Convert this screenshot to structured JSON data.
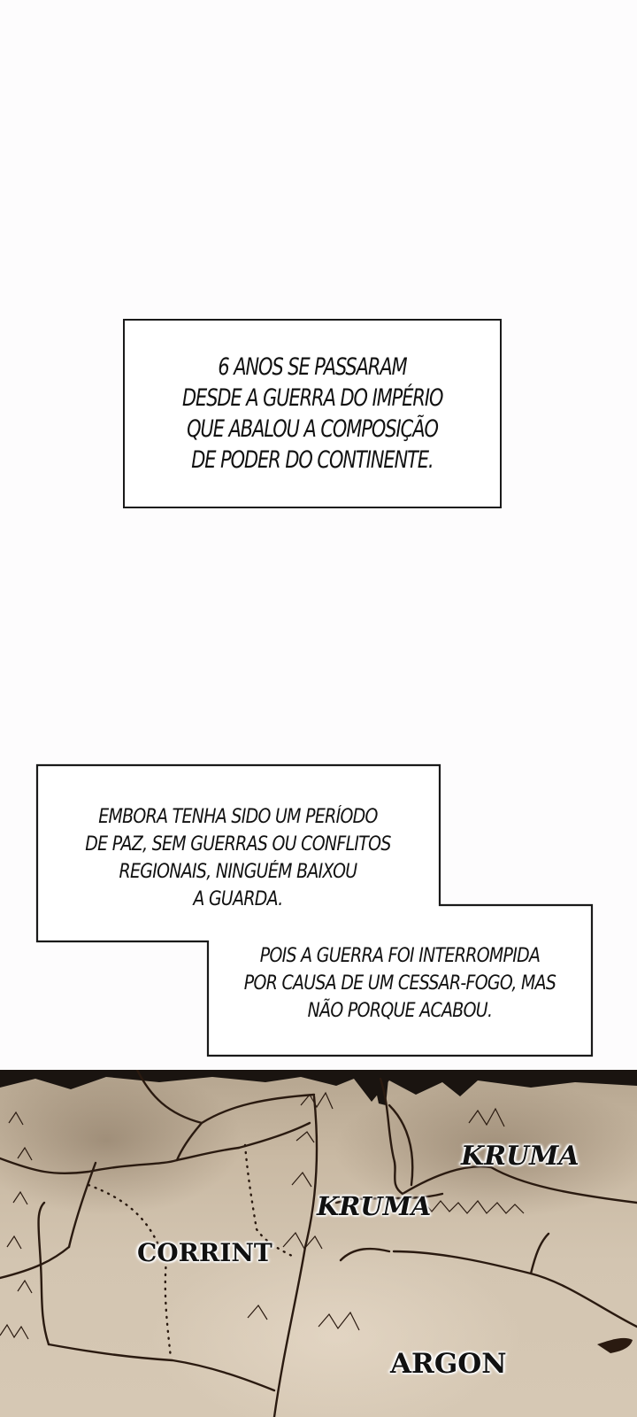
{
  "captions": {
    "first": {
      "lines": [
        "6 ANOS SE PASSARAM",
        "DESDE A GUERRA DO IMPÉRIO",
        "QUE ABALOU A COMPOSIÇÃO",
        "DE PODER DO CONTINENTE."
      ]
    },
    "second": {
      "lines": [
        "EMBORA TENHA SIDO UM PERÍODO",
        "DE PAZ, SEM GUERRAS OU CONFLITOS",
        "REGIONAIS, NINGUÉM BAIXOU",
        "A GUARDA."
      ]
    },
    "third": {
      "lines": [
        "POIS A GUERRA FOI INTERROMPIDA",
        "POR CAUSA DE UM CESSAR-FOGO, MAS",
        "NÃO PORQUE ACABOU."
      ]
    }
  },
  "map": {
    "labels": {
      "kruma_east": "KRUMA",
      "kruma_central": "KRUMA",
      "corrint": "CORRINT",
      "argon": "ARGON"
    },
    "colors": {
      "parchment": "#d3c5b1",
      "ink": "#2a1a10",
      "top_edge": "#1a1410"
    }
  }
}
